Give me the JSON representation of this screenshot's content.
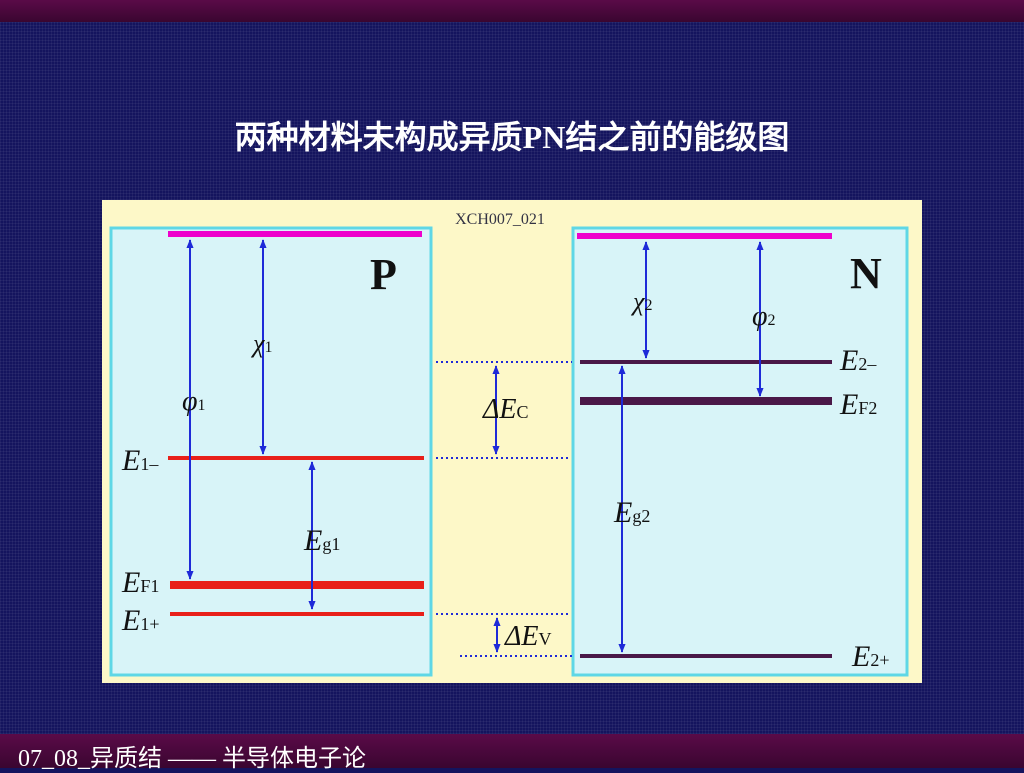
{
  "slide": {
    "title": "两种材料未构成异质PN结之前的能级图",
    "footer": "07_08_异质结 —— 半导体电子论"
  },
  "figure": {
    "id_label": "XCH007_021",
    "p_label": "P",
    "n_label": "N",
    "colors": {
      "panel_bg": "#fdf8c8",
      "box_bg": "#d8f4f8",
      "box_border": "#5fd7e6",
      "vacuum": "#ee00cc",
      "p_levels": "#e8201a",
      "n_levels": "#4a1848",
      "arrows": "#1e2ad8"
    },
    "p_side": {
      "chi": {
        "sym": "χ",
        "sub": "1"
      },
      "phi": {
        "sym": "φ",
        "sub": "1"
      },
      "eg": {
        "sym": "E",
        "sub": "g1"
      },
      "e_minus": {
        "sym": "E",
        "sub": "1–"
      },
      "ef": {
        "sym": "E",
        "sub": "F1"
      },
      "e_plus": {
        "sym": "E",
        "sub": "1+"
      }
    },
    "n_side": {
      "chi": {
        "sym": "χ",
        "sub": "2"
      },
      "phi": {
        "sym": "φ",
        "sub": "2"
      },
      "eg": {
        "sym": "E",
        "sub": "g2"
      },
      "e_minus": {
        "sym": "E",
        "sub": "2–"
      },
      "ef": {
        "sym": "E",
        "sub": "F2"
      },
      "e_plus": {
        "sym": "E",
        "sub": "2+"
      }
    },
    "delta_ec": {
      "sym": "ΔE",
      "sub": "C"
    },
    "delta_ev": {
      "sym": "ΔE",
      "sub": "V"
    }
  }
}
